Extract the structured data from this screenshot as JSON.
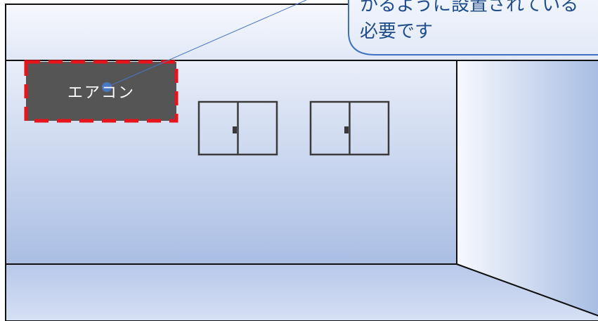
{
  "aircon": {
    "label": "エアコン"
  },
  "callout": {
    "line1": "かるように設置されている",
    "line2": "必要です"
  },
  "colors": {
    "wall_top": "#f5f7fd",
    "wall_bottom": "#a8bde3",
    "aircon_fill": "#555555",
    "aircon_border": "#e8141b",
    "callout_fill": "#e9eefa",
    "callout_border": "#3f6fbf",
    "callout_text": "#1f4d8c",
    "leader": "#4a76c2",
    "outline": "#111111"
  }
}
